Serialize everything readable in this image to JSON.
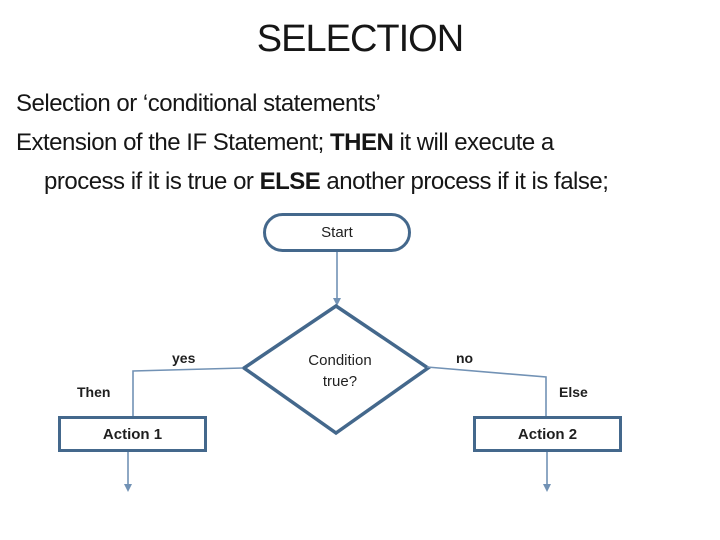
{
  "slide": {
    "title": "SELECTION",
    "body": {
      "line1": "Selection or ‘conditional statements’",
      "line2_prefix": "Extension of the IF Statement; ",
      "line2_bold": "THEN",
      "line2_suffix": " it will execute a",
      "line3_prefix": "process if it is true or ",
      "line3_bold": "ELSE",
      "line3_suffix": " another process if it is false;"
    }
  },
  "flowchart": {
    "start_label": "Start",
    "condition_line1": "Condition",
    "condition_line2": "true?",
    "yes_label": "yes",
    "no_label": "no",
    "then_label": "Then",
    "else_label": "Else",
    "action1_label": "Action 1",
    "action2_label": "Action 2",
    "colors": {
      "shape_border": "#44688c",
      "connector": "#7292b5",
      "text": "#1c1c1c"
    }
  }
}
